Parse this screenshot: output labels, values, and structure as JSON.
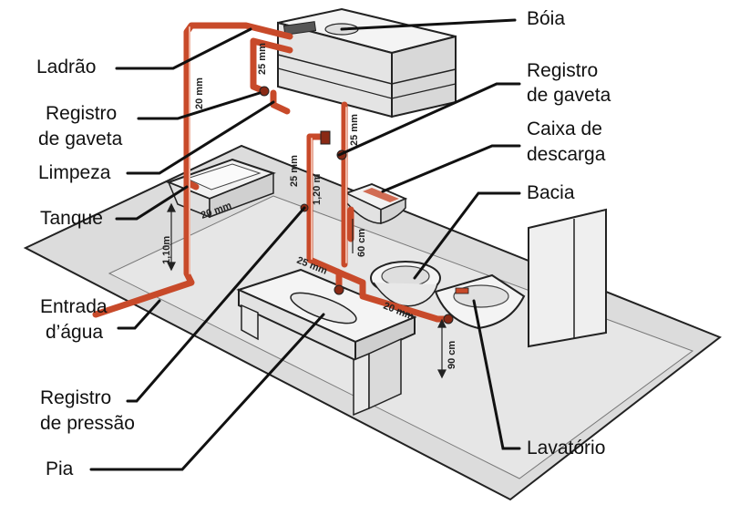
{
  "labels": {
    "boia": "Bóia",
    "ladrao": "Ladrão",
    "registro_gaveta_left_1": "Registro",
    "registro_gaveta_left_2": "de gaveta",
    "limpeza": "Limpeza",
    "tanque": "Tanque",
    "entrada_1": "Entrada",
    "entrada_2": "d’água",
    "registro_pressao_1": "Registro",
    "registro_pressao_2": "de pressão",
    "pia": "Pia",
    "registro_gaveta_right_1": "Registro",
    "registro_gaveta_right_2": "de gaveta",
    "caixa_descarga_1": "Caixa de",
    "caixa_descarga_2": "descarga",
    "bacia": "Bacia",
    "lavatorio": "Lavatório"
  },
  "dimensions": {
    "d1": "20 mm",
    "d2": "25 mm",
    "d3": "25 mm",
    "d4": "25 mm",
    "d5": "1,20 m",
    "d6": "20 mm",
    "d7": "1,10m",
    "d8": "60 cm",
    "d9": "25 mm",
    "d10": "20 mm",
    "d11": "90 cm"
  },
  "colors": {
    "pipe": "#c84a2a",
    "pipe_light": "#e8a08a",
    "outline": "#222222",
    "floor": "#d9d9d9",
    "fixture": "#f2f2f2"
  }
}
